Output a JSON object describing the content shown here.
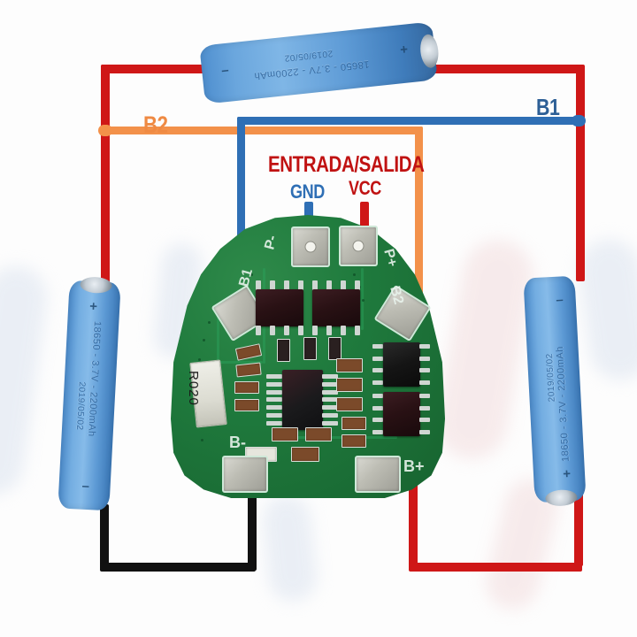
{
  "diagram": {
    "title_label": "ENTRADA/SALIDA",
    "gnd_label": "GND",
    "vcc_label": "VCC",
    "b1_label": "B1",
    "b2_label": "B2",
    "colors": {
      "red_wire": "#cf1717",
      "black_wire": "#111111",
      "blue_wire": "#2f6fb5",
      "orange_wire": "#f3914a",
      "pcb_green": "#1f7a3d",
      "battery_blue": "#6aa6dd",
      "title_red": "#c01212",
      "b2_orange": "#ef8a43",
      "b1_blue": "#2d5f96"
    }
  },
  "batteries": [
    {
      "id": "top-battery",
      "spec": "18650 - 3.7V - 2200mAh",
      "date": "2019/05/02",
      "negative_sign": "–",
      "positive_sign": "+"
    },
    {
      "id": "left-battery",
      "spec": "18650 - 3.7V - 2200mAh",
      "date": "2019/05/02",
      "negative_sign": "–",
      "positive_sign": "+"
    },
    {
      "id": "right-battery",
      "spec": "18650 - 3.7V - 2200mAh",
      "date": "2019/05/02",
      "negative_sign": "–",
      "positive_sign": "+"
    }
  ],
  "pcb": {
    "silkscreen": {
      "p_minus": "P-",
      "p_plus": "P+",
      "b1": "B1",
      "b2": "B2",
      "b_minus": "B-",
      "b_plus": "B+"
    },
    "shunt_resistor": "R020"
  }
}
